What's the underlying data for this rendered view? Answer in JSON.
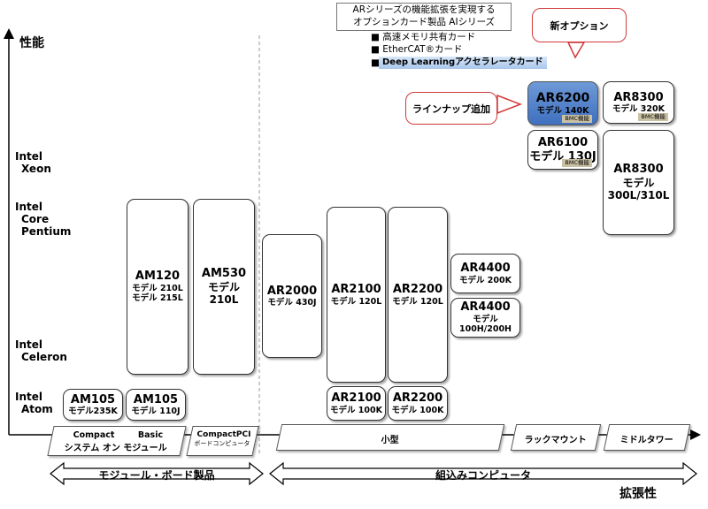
{
  "axes": {
    "y_label": "性能",
    "x_label": "拡張性"
  },
  "cpu_levels": [
    {
      "id": "xeon",
      "lines": [
        "Intel",
        " Xeon"
      ]
    },
    {
      "id": "core",
      "lines": [
        "Intel",
        " Core",
        "  Pentium"
      ]
    },
    {
      "id": "celeron",
      "lines": [
        "Intel",
        " Celeron"
      ]
    },
    {
      "id": "atom",
      "lines": [
        "Intel",
        " Atom"
      ]
    }
  ],
  "header_note": {
    "line1": "ARシリーズの機能拡張を実現する",
    "line2": "オプションカード製品 AIシリーズ"
  },
  "option_bullets": [
    "■ 高速メモリ共有カード",
    "■ EtherCAT®カード",
    "■"
  ],
  "highlight_bullet": "Deep Learningアクセラレータカード",
  "callouts": {
    "new_option": "新オプション",
    "lineup_added": "ラインナップ追加"
  },
  "products": {
    "am105_235k": {
      "name": "AM105",
      "model": "モデル235K"
    },
    "am105_110j": {
      "name": "AM105",
      "model": "モデル 110J"
    },
    "am120": {
      "name": "AM120",
      "model1": "モデル 210L",
      "model2": "モデル 215L"
    },
    "am530": {
      "name": "AM530",
      "model1": "モデル",
      "model2": "210L"
    },
    "ar2000": {
      "name": "AR2000",
      "model": "モデル 430J"
    },
    "ar2100_120l": {
      "name": "AR2100",
      "model": "モデル 120L"
    },
    "ar2200_120l": {
      "name": "AR2200",
      "model": "モデル 120L"
    },
    "ar2100_100k": {
      "name": "AR2100",
      "model": "モデル 100K"
    },
    "ar2200_100k": {
      "name": "AR2200",
      "model": "モデル 100K"
    },
    "ar4400_200k": {
      "name": "AR4400",
      "model": "モデル 200K"
    },
    "ar4400_100h": {
      "name": "AR4400",
      "model1": "モデル",
      "model2": "100H/200H"
    },
    "ar6200": {
      "name": "AR6200",
      "model": "モデル 140K",
      "badge": "BMC機能"
    },
    "ar6100": {
      "name": "AR6100",
      "model": "モデル 130J",
      "badge": "BMC機能"
    },
    "ar8300_320k": {
      "name": "AR8300",
      "model": "モデル 320K",
      "badge": "BMC機能"
    },
    "ar8300_300l": {
      "name": "AR8300",
      "model1": "モデル",
      "model2": "300L/310L"
    }
  },
  "form_factors": {
    "compact": {
      "line1": "Compact        Basic",
      "line2": "システム オン モジュール"
    },
    "compactpci": {
      "line1": "CompactPCI",
      "line2": "ボードコンピュータ"
    },
    "small": "小型",
    "rackmount": "ラックマウント",
    "midtower": "ミドルタワー"
  },
  "groups": {
    "module_board": "モジュール・ボード製品",
    "embedded": "組込みコンピュータ"
  }
}
